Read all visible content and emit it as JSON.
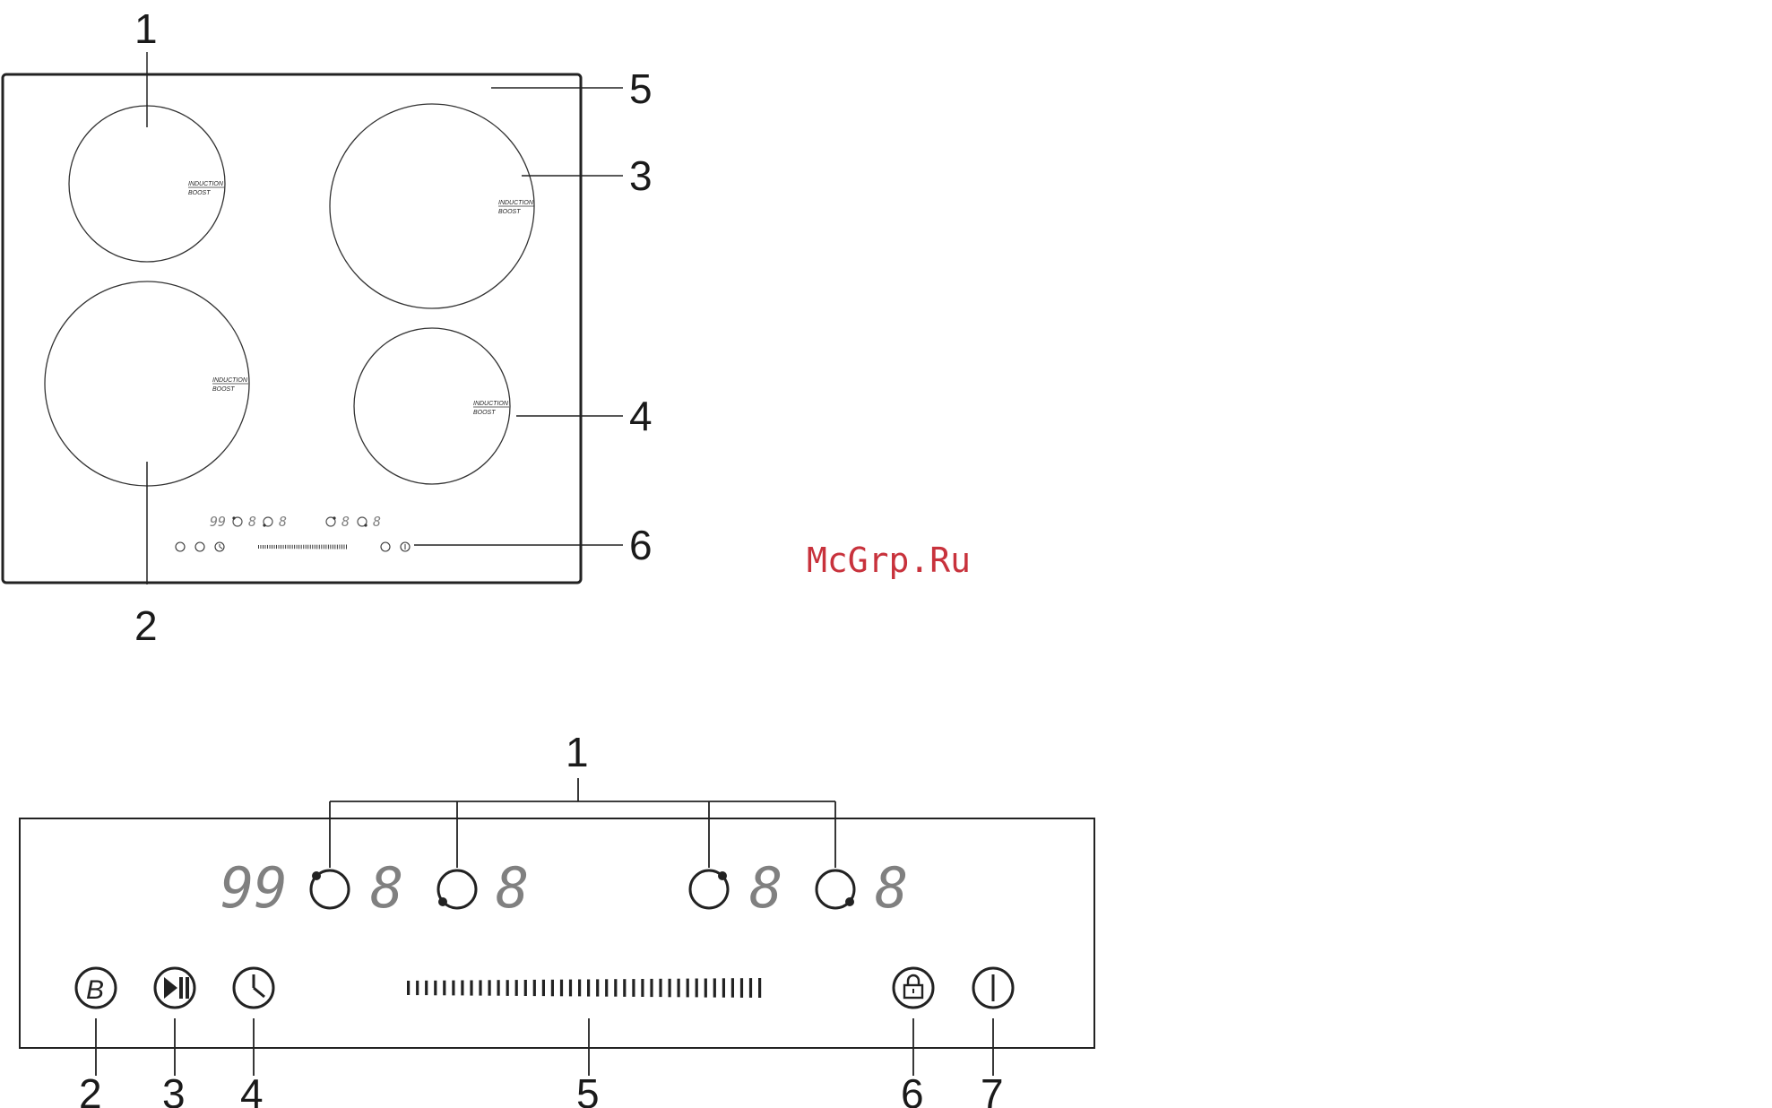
{
  "watermark": "McGrp.Ru",
  "hob_diagram": {
    "zones": [
      {
        "tag_top": "INDUCTION",
        "tag_bottom": "BOOST"
      },
      {
        "tag_top": "INDUCTION",
        "tag_bottom": "BOOST"
      },
      {
        "tag_top": "INDUCTION",
        "tag_bottom": "BOOST"
      },
      {
        "tag_top": "INDUCTION",
        "tag_bottom": "BOOST"
      }
    ],
    "callouts": [
      "1",
      "2",
      "3",
      "4",
      "5",
      "6"
    ]
  },
  "control_panel": {
    "timer_display": "99",
    "zone_displays": [
      "8",
      "8",
      "8",
      "8"
    ],
    "icons": [
      "boost-icon",
      "pause-play-icon",
      "timer-icon",
      "lock-icon",
      "power-icon"
    ],
    "boost_letter": "B",
    "slider_ticks": 40,
    "callouts": [
      "1",
      "2",
      "3",
      "4",
      "5",
      "6",
      "7"
    ]
  }
}
